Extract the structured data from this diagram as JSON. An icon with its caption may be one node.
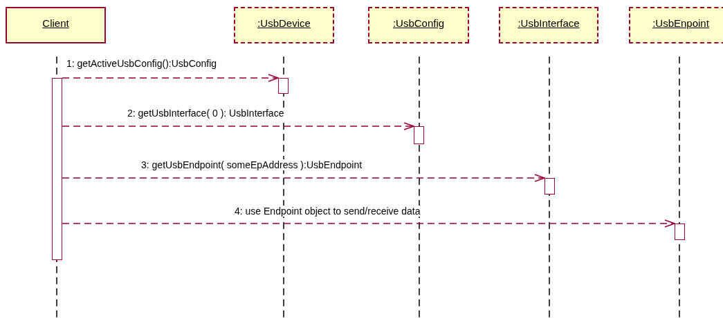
{
  "diagram": {
    "nodes": [
      {
        "text": [
          "Client"
        ]
      },
      {
        "text": [
          ":UsbDevice"
        ]
      },
      {
        "text": [
          ":UsbConfig"
        ]
      },
      {
        "text": [
          ":UsbInterface"
        ]
      },
      {
        "text": [
          ":UsbEnpoint"
        ]
      },
      {
        "text": [],
        "shape": "bar"
      },
      {
        "text": [],
        "shape": "bar"
      },
      {
        "text": [],
        "shape": "bar"
      },
      {
        "text": [],
        "shape": "bar"
      },
      {
        "text": [],
        "shape": "bar"
      }
    ],
    "edges": [
      {
        "from": 5,
        "to": 6,
        "arrow": "to",
        "style": "dashed",
        "label": "1: getActiveUsbConfig():UsbConfig"
      },
      {
        "from": 5,
        "to": 7,
        "arrow": "to",
        "style": "dashed",
        "label": "2: getUsbInterface( 0 ): UsbInterface"
      },
      {
        "from": 5,
        "to": 8,
        "arrow": "to",
        "style": "dashed",
        "label": "3: getUsbEndpoint( someEpAddress ):UsbEndpoint"
      },
      {
        "from": 5,
        "to": 9,
        "arrow": "to",
        "style": "dashed",
        "label": "4: use Endpoint object to send/receive data"
      }
    ]
  }
}
